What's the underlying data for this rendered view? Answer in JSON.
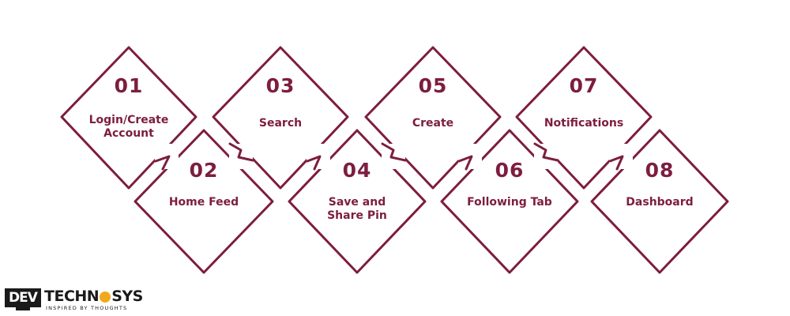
{
  "steps": [
    {
      "number": "01",
      "label": "Login/Create Account"
    },
    {
      "number": "02",
      "label": "Home Feed"
    },
    {
      "number": "03",
      "label": "Search"
    },
    {
      "number": "04",
      "label": "Save and Share Pin"
    },
    {
      "number": "05",
      "label": "Create"
    },
    {
      "number": "06",
      "label": "Following Tab"
    },
    {
      "number": "07",
      "label": "Notifications"
    },
    {
      "number": "08",
      "label": "Dashboard"
    }
  ],
  "logo": {
    "part1": "DEV",
    "part2a": "TECHN",
    "part2b": "SYS",
    "tagline": "INSPIRED BY THOUGHTS"
  },
  "colors": {
    "accent": "#7d1d3f",
    "background": "#ffffff",
    "logo_dark": "#1a1a1a",
    "logo_gear": "#f2a81d"
  }
}
